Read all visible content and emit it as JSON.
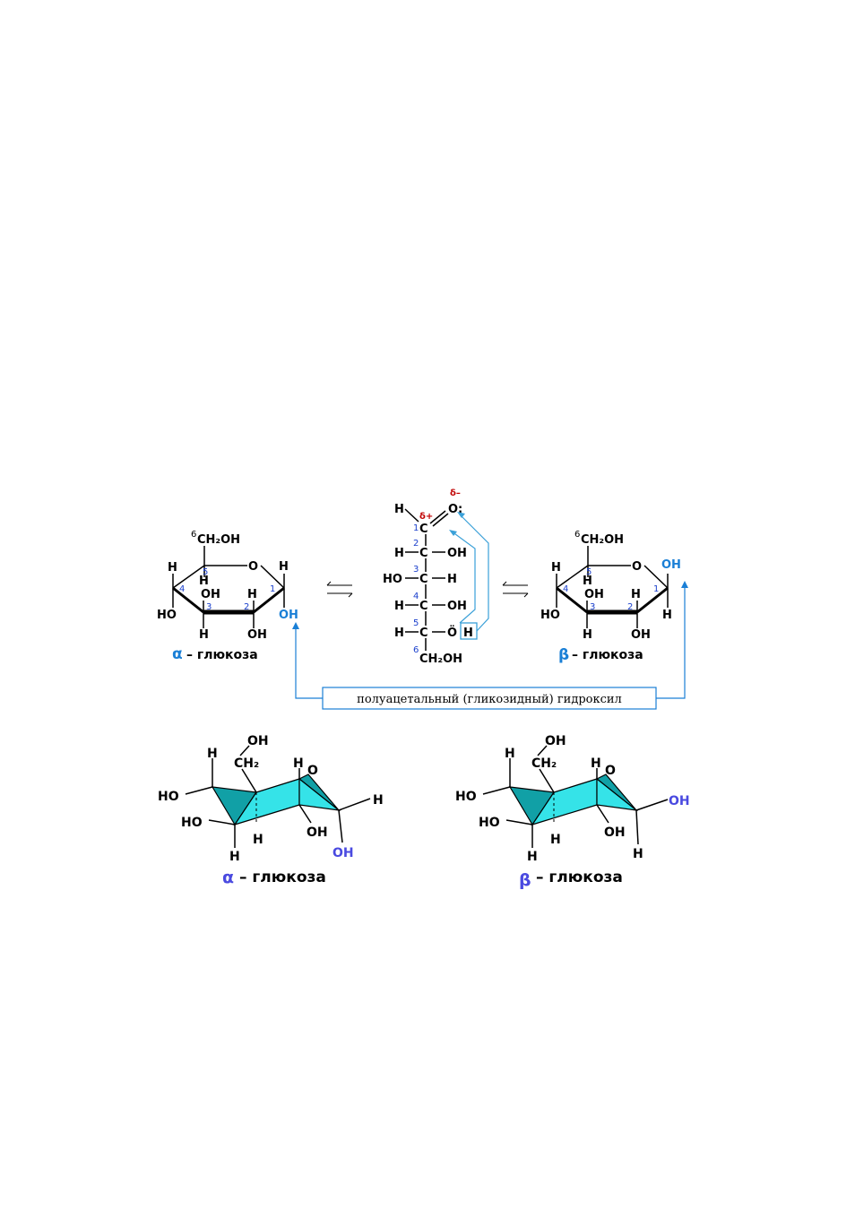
{
  "colors": {
    "black": "#000000",
    "blue": "#1a7fd6",
    "arrow_blue": "#3aa0d8",
    "red": "#c00000",
    "teal_dark": "#11a0a6",
    "teal_light": "#35e3e8",
    "label_violet": "#4a4ae0"
  },
  "atoms": {
    "CH2OH": "CH₂OH",
    "CH2": "CH₂",
    "OH": "OH",
    "HO": "HO",
    "H": "H",
    "O": "O",
    "C": "C",
    "O_lone": "Ö",
    "O_carbonyl": "O:",
    "delta_plus": "δ+",
    "delta_minus": "δ–"
  },
  "numbers": {
    "n1": "1",
    "n2": "2",
    "n3": "3",
    "n4": "4",
    "n5": "5",
    "n6": "6"
  },
  "labels": {
    "alpha_symbol": "α",
    "beta_symbol": "β",
    "glucose": "– глюкоза",
    "caption": "полуацетальный (гликозидный) гидроксил"
  },
  "equilibrium": "⇄"
}
